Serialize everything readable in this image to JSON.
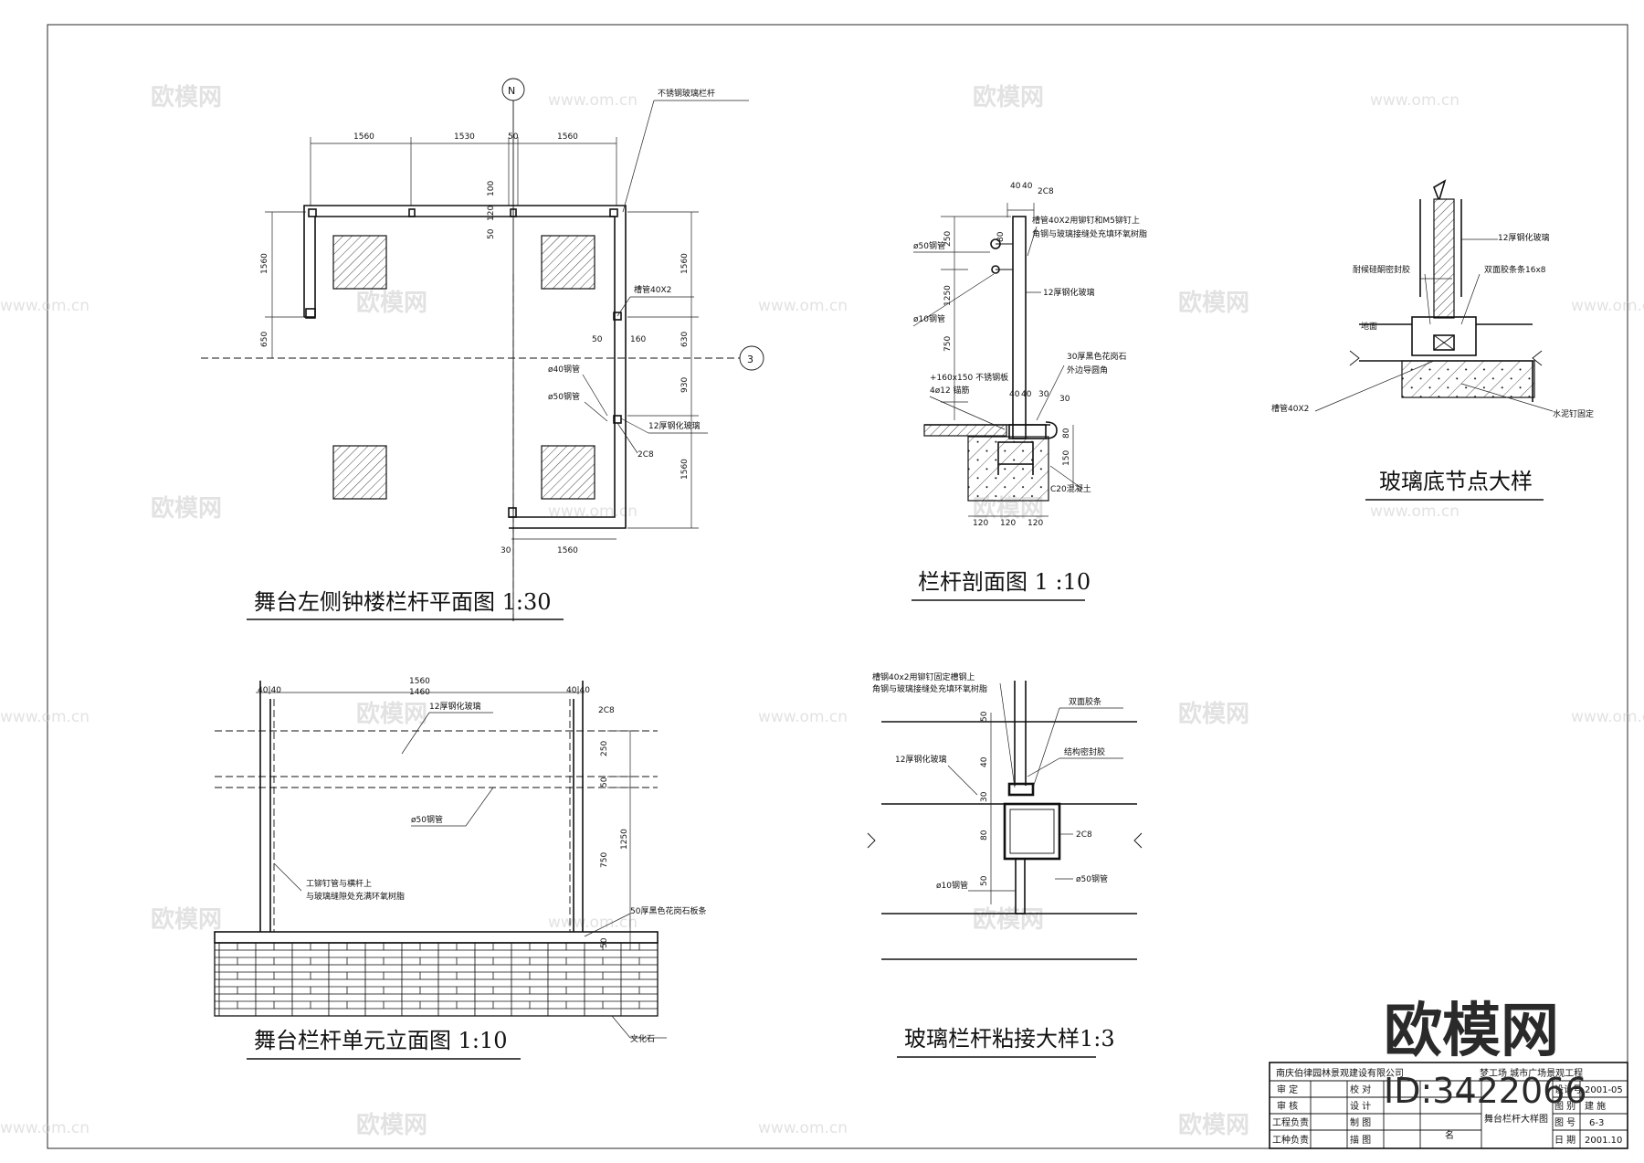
{
  "drawing": {
    "plan": {
      "title": "舞台左侧钟楼栏杆平面图  1:30",
      "north": "N",
      "axis": "3",
      "labels": {
        "railing": "不锈钢玻璃栏杆",
        "tube1": "槽管40X2",
        "pipe40": "ø40钢管",
        "pipe50": "ø50钢管",
        "glass": "12厚钢化玻璃",
        "channel": "2C8"
      },
      "dims": {
        "d1560a": "1560",
        "d1530": "1530",
        "d50": "50",
        "d1560b": "1560",
        "v1560a": "1560",
        "v650": "650",
        "v1560r": "1560",
        "v630": "630",
        "v930": "930",
        "v1560c": "1560",
        "d160": "160",
        "d120": "120",
        "d100": "100",
        "d50b": "50",
        "d1560c": "1560",
        "d30": "30"
      }
    },
    "section": {
      "title": "栏杆剖面图 1 :10",
      "labels": {
        "note1": "槽管40X2用铆钉和M5铆钉上",
        "note2": "角钢与玻璃接缝处充填环氧树脂",
        "pipe50": "ø50钢管",
        "pipe10": "ø10钢管",
        "glass": "12厚钢化玻璃",
        "stone1": "30厚黑色花岗石",
        "stone2": "外边导圆角",
        "plate1": "+160x150 不锈钢板",
        "plate2": "4ø12 锚筋",
        "concrete": "C20混凝土",
        "c8": "2C8"
      },
      "dims": {
        "w40a": "40",
        "w40b": "40",
        "h250": "250",
        "h1250": "1250",
        "h750": "750",
        "h80": "80",
        "h150": "150",
        "h30": "30",
        "b120a": "120",
        "b120b": "120",
        "b120c": "120",
        "t80": "80"
      }
    },
    "glassBase": {
      "title": "玻璃底节点大样",
      "labels": {
        "glass": "12厚钢化玻璃",
        "silicone": "耐候硅酮密封胶",
        "tape": "双面胶条条16x8",
        "ground": "地面",
        "tube": "槽管40X2",
        "rivet": "水泥钉固定"
      }
    },
    "elevation": {
      "title": "舞台栏杆单元立面图  1:10",
      "labels": {
        "glass": "12厚钢化玻璃",
        "pipe50": "ø50钢管",
        "note1": "工铆钉管与横杆上",
        "note2": "与玻璃缝隙处充满环氧树脂",
        "stone": "50厚黑色花岗石板条",
        "cultural": "文化石",
        "c8": "2C8"
      },
      "dims": {
        "w1560": "1560",
        "w1460": "1460",
        "w40a": "40|40",
        "w40b": "40|40",
        "h250": "250",
        "h50": "50",
        "h1250": "1250",
        "h750": "750",
        "h50b": "50"
      }
    },
    "joint": {
      "title": "玻璃栏杆粘接大样1:3",
      "labels": {
        "note": "槽钢40x2用铆钉固定槽钢上",
        "note2": "角钢与玻璃接缝处充填环氧树脂",
        "tape": "双面胶条",
        "seal": "结构密封胶",
        "glass": "12厚钢化玻璃",
        "c8": "2C8",
        "pipe10": "ø10钢管",
        "pipe50": "ø50钢管"
      },
      "dims": {
        "h50": "50",
        "h40": "40",
        "h30": "30",
        "h80": "80",
        "h50b": "50"
      }
    }
  },
  "titleBlock": {
    "company": "南庆伯律园林景观建设有限公司",
    "project": "梦工场  城市广场景观工程",
    "drawingName": "舞台栏杆大样图",
    "rows": [
      {
        "a": "审 定",
        "b": "校 对"
      },
      {
        "a": "审 核",
        "b": "设 计"
      },
      {
        "a": "工程负责",
        "b": "制 图"
      },
      {
        "a": "工种负责",
        "b": "描 图"
      }
    ],
    "right": [
      {
        "k": "设计号",
        "v": "2001-05"
      },
      {
        "k": "图 别",
        "v": "建 施"
      },
      {
        "k": "图 号",
        "v": "6-3"
      },
      {
        "k": "日 期",
        "v": "2001.10"
      }
    ],
    "nameLabel": "名"
  },
  "watermark": {
    "brand": "欧模网",
    "site": "www.om.cn",
    "id": "ID:3422066"
  }
}
